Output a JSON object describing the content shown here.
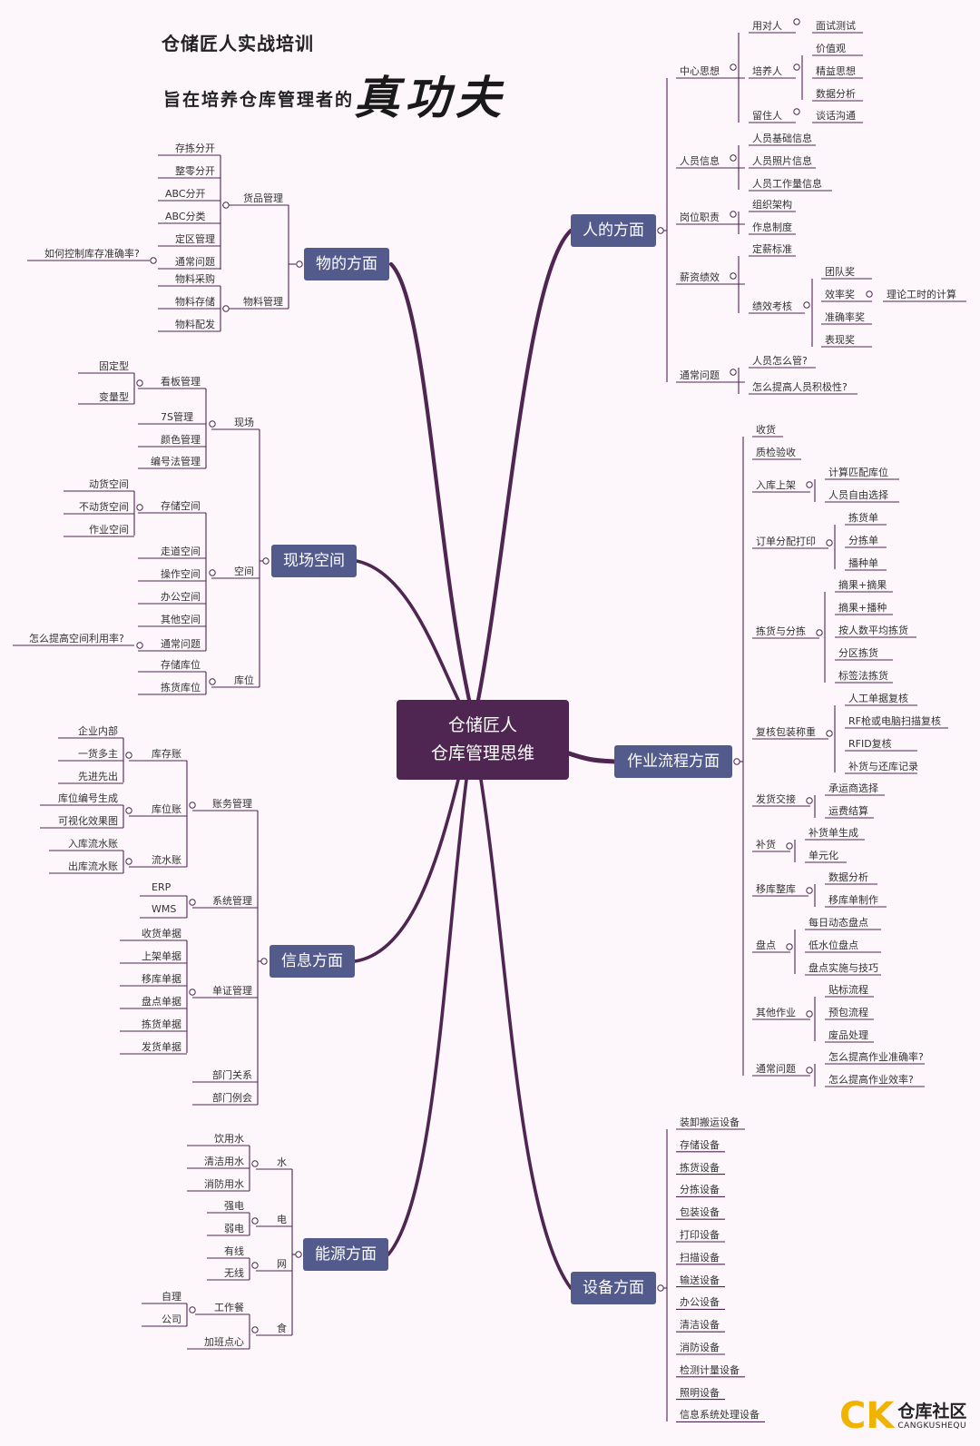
{
  "header": {
    "title": "仓储匠人实战培训",
    "subtitle": "旨在培养仓库管理者的",
    "slogan": "真功夫"
  },
  "center": {
    "line1": "仓储匠人",
    "line2": "仓库管理思维"
  },
  "branches": {
    "wu": "物的方面",
    "ren": "人的方面",
    "xianchang": "现场空间",
    "zuoye": "作业流程方面",
    "xinxi": "信息方面",
    "nengyuan": "能源方面",
    "shebei": "设备方面"
  },
  "nodes": {
    "wu": {
      "huopin": "货品管理",
      "huopin_items": [
        "存拣分开",
        "整零分开",
        "ABC分开",
        "ABC分类",
        "定区管理",
        "通常问题"
      ],
      "question": "如何控制库存准确率?",
      "wuliao": "物料管理",
      "wuliao_items": [
        "物料采购",
        "物料存储",
        "物料配发"
      ]
    },
    "xianchang": {
      "xianchang": "现场",
      "kanban": "看板管理",
      "kanban_items": [
        "固定型",
        "变量型"
      ],
      "xc_items": [
        "7S管理",
        "颜色管理",
        "编号法管理"
      ],
      "kongjian": "空间",
      "cunchu": "存储空间",
      "cunchu_items": [
        "动货空间",
        "不动货空间",
        "作业空间"
      ],
      "kj_items": [
        "走道空间",
        "操作空间",
        "办公空间",
        "其他空间"
      ],
      "tongchang": "通常问题",
      "question": "怎么提高空间利用率?",
      "kuwei": "库位",
      "kuwei_items": [
        "存储库位",
        "拣货库位"
      ]
    },
    "xinxi": {
      "zhangwu": "账务管理",
      "kucun": "库存账",
      "kucun_items": [
        "企业内部",
        "一货多主",
        "先进先出"
      ],
      "kuweizhang": "库位账",
      "kuweizhang_items": [
        "库位编号生成",
        "可视化效果图"
      ],
      "liushui": "流水账",
      "liushui_items": [
        "入库流水账",
        "出库流水账"
      ],
      "xitong": "系统管理",
      "xitong_items": [
        "ERP",
        "WMS"
      ],
      "danzheng": "单证管理",
      "danzheng_items": [
        "收货单据",
        "上架单据",
        "移库单据",
        "盘点单据",
        "拣货单据",
        "发货单据"
      ],
      "others": [
        "部门关系",
        "部门例会"
      ]
    },
    "nengyuan": {
      "shui": "水",
      "shui_items": [
        "饮用水",
        "清洁用水",
        "消防用水"
      ],
      "dian": "电",
      "dian_items": [
        "强电",
        "弱电"
      ],
      "wang": "网",
      "wang_items": [
        "有线",
        "无线"
      ],
      "shi": "食",
      "gongzuocan": "工作餐",
      "gongzuocan_items": [
        "自理",
        "公司"
      ],
      "jiaban": "加班点心"
    },
    "ren": {
      "zhongxin": "中心思想",
      "yongduiren": "用对人",
      "mianshi": "面试测试",
      "peiyang": "培养人",
      "peiyang_items": [
        "价值观",
        "精益思想",
        "数据分析"
      ],
      "liuzhu": "留住人",
      "tanhua": "谈话沟通",
      "renyuan": "人员信息",
      "renyuan_items": [
        "人员基础信息",
        "人员照片信息",
        "人员工作量信息"
      ],
      "gangwei": "岗位职责",
      "gangwei_items": [
        "组织架构",
        "作息制度"
      ],
      "xinzi": "薪资绩效",
      "dingxin": "定薪标准",
      "jixiao": "绩效考核",
      "jixiao_items": [
        "团队奖",
        "效率奖",
        "准确率奖",
        "表现奖"
      ],
      "gongshi": "理论工时的计算",
      "tongchang": "通常问题",
      "tongchang_items": [
        "人员怎么管?",
        "怎么提高人员积极性?"
      ]
    },
    "zuoye": {
      "shouhuo": "收货",
      "zhijian": "质检验收",
      "ruku": "入库上架",
      "ruku_items": [
        "计算匹配库位",
        "人员自由选择"
      ],
      "dingdan": "订单分配打印",
      "dingdan_items": [
        "拣货单",
        "分拣单",
        "播种单"
      ],
      "jianhuo": "拣货与分拣",
      "jianhuo_items": [
        "摘果+摘果",
        "摘果+播种",
        "按人数平均拣货",
        "分区拣货",
        "标签法拣货"
      ],
      "fuhe": "复核包装称重",
      "fuhe_items": [
        "人工单据复核",
        "RF枪或电脑扫描复核",
        "RFID复核",
        "补货与还库记录"
      ],
      "fahuo": "发货交接",
      "fahuo_items": [
        "承运商选择",
        "运费结算"
      ],
      "buhuo": "补货",
      "buhuo_items": [
        "补货单生成",
        "单元化"
      ],
      "yiku": "移库整库",
      "yiku_items": [
        "数据分析",
        "移库单制作"
      ],
      "pandian": "盘点",
      "pandian_items": [
        "每日动态盘点",
        "低水位盘点",
        "盘点实施与技巧"
      ],
      "qita": "其他作业",
      "qita_items": [
        "贴标流程",
        "预包流程",
        "废品处理"
      ],
      "tongchang": "通常问题",
      "tongchang_items": [
        "怎么提高作业准确率?",
        "怎么提高作业效率?"
      ]
    },
    "shebei": {
      "items": [
        "装卸搬运设备",
        "存储设备",
        "拣货设备",
        "分拣设备",
        "包装设备",
        "打印设备",
        "扫描设备",
        "输送设备",
        "办公设备",
        "清洁设备",
        "消防设备",
        "检测计量设备",
        "照明设备",
        "信息系统处理设备"
      ]
    }
  },
  "logo": {
    "name": "仓库社区",
    "english": "CANGKUSHEQU"
  },
  "colors": {
    "line": "#4f2551",
    "center_bg": "#4f2551",
    "branch_bg": "#535a8c",
    "background": "#fdf7fb"
  }
}
